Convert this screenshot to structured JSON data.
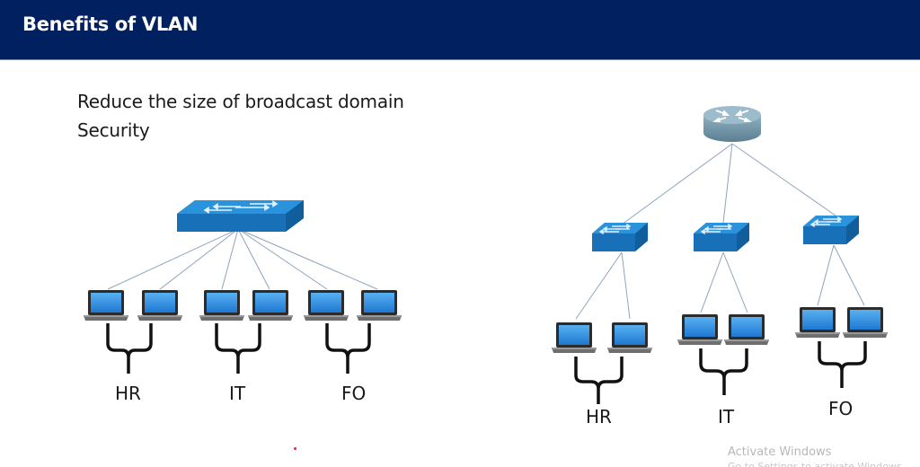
{
  "slide": {
    "title": "Benefits of VLAN",
    "bullets": [
      "Reduce the size of broadcast domain",
      "Security"
    ]
  },
  "left_diagram": {
    "description": "Flat network: one switch connected to six laptops",
    "central_device": "switch",
    "groups": [
      {
        "label": "HR",
        "laptops": 2
      },
      {
        "label": "IT",
        "laptops": 2
      },
      {
        "label": "FO",
        "laptops": 2
      }
    ]
  },
  "right_diagram": {
    "description": "Router connected to three switches, each switch to two laptops",
    "central_device": "router",
    "groups": [
      {
        "label": "HR",
        "switch": "switch",
        "laptops": 2
      },
      {
        "label": "IT",
        "switch": "switch",
        "laptops": 2
      },
      {
        "label": "FO",
        "switch": "switch",
        "laptops": 2
      }
    ]
  },
  "watermark": {
    "line1": "Activate Windows",
    "line2": "Go to Settings to activate Windows."
  },
  "colors": {
    "header_bg": "#00205f",
    "switch_top": "#1f86cf",
    "switch_front": "#1770b8",
    "router": "#6f93a5",
    "link_line": "#8da3bd",
    "laptop_screen": "#2f8ee0"
  }
}
